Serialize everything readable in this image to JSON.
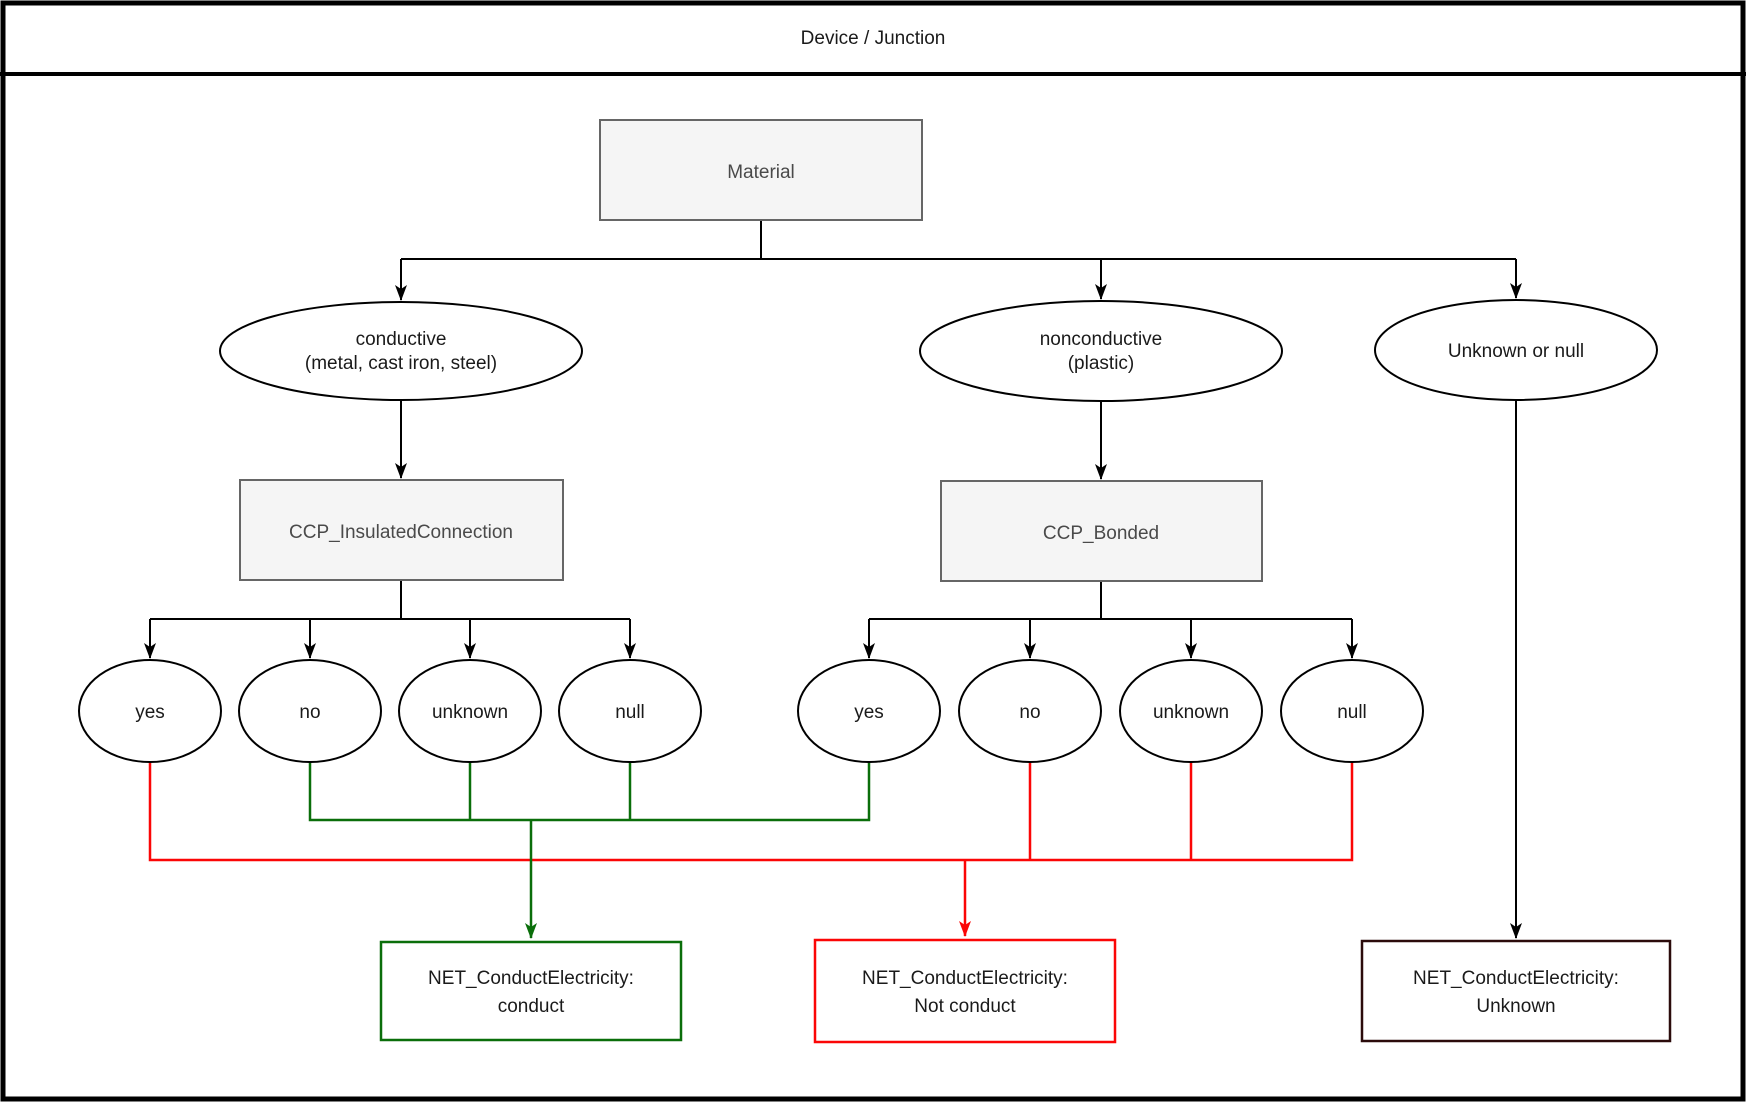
{
  "title": "Device / Junction",
  "colors": {
    "conduct_green": "#0a6e0a",
    "not_conduct_red": "#fb0606",
    "unknown_dark": "#2b0b0b",
    "node_fill_gray": "#f5f5f5",
    "node_border_gray": "#666666",
    "edge_black": "#000000"
  },
  "nodes": {
    "material": {
      "label": "Material"
    },
    "conductive": {
      "line1": "conductive",
      "line2": "(metal, cast iron, steel)"
    },
    "nonconductive": {
      "line1": "nonconductive",
      "line2": "(plastic)"
    },
    "unknown_or_null": {
      "label": "Unknown or null"
    },
    "ccp_insulated_connection": {
      "label": "CCP_InsulatedConnection"
    },
    "ccp_bonded": {
      "label": "CCP_Bonded"
    },
    "insulated_options": [
      "yes",
      "no",
      "unknown",
      "null"
    ],
    "bonded_options": [
      "yes",
      "no",
      "unknown",
      "null"
    ],
    "result_conduct": {
      "line1": "NET_ConductElectricity:",
      "line2": "conduct"
    },
    "result_not_conduct": {
      "line1": "NET_ConductElectricity:",
      "line2": "Not conduct"
    },
    "result_unknown": {
      "line1": "NET_ConductElectricity:",
      "line2": "Unknown"
    }
  }
}
